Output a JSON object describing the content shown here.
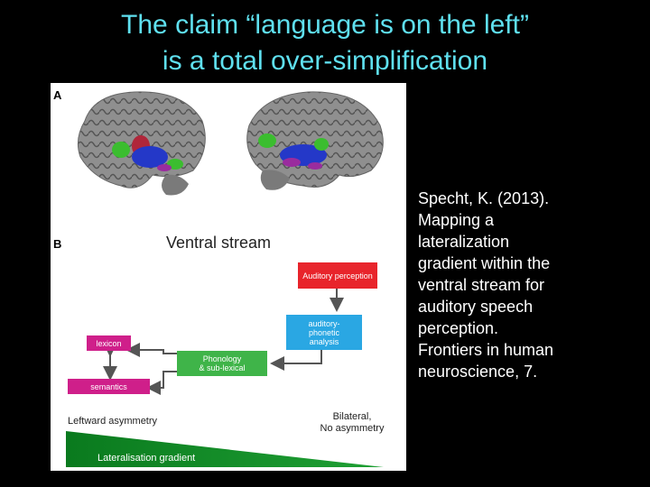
{
  "title": {
    "line1": "The claim “language is on the left”",
    "line2": "is a total over-simplification"
  },
  "figure": {
    "panel_a_label": "A",
    "panel_b_label": "B",
    "stream_title": "Ventral stream",
    "boxes": {
      "auditory_perception": "Auditory perception",
      "auditory_phonetic_1": "auditory-",
      "auditory_phonetic_2": "phonetic",
      "auditory_phonetic_3": "analysis",
      "lexicon": "lexicon",
      "phonology_1": "Phonology",
      "phonology_2": "& sub-lexical",
      "semantics": "semantics"
    },
    "leftward": "Leftward asymmetry",
    "bilateral_1": "Bilateral,",
    "bilateral_2": "No asymmetry",
    "gradient_label": "Lateralisation gradient",
    "colors": {
      "red": "#e8242b",
      "blue": "#2aa7e3",
      "magenta": "#cf1f8a",
      "green": "#3fb449",
      "title": "#5fe0ef"
    }
  },
  "citation": {
    "lines": [
      "Specht, K. (2013).",
      "Mapping a",
      "lateralization",
      "gradient within the",
      "ventral stream for",
      "auditory speech",
      "perception.",
      "Frontiers in human",
      "neuroscience, 7."
    ]
  }
}
